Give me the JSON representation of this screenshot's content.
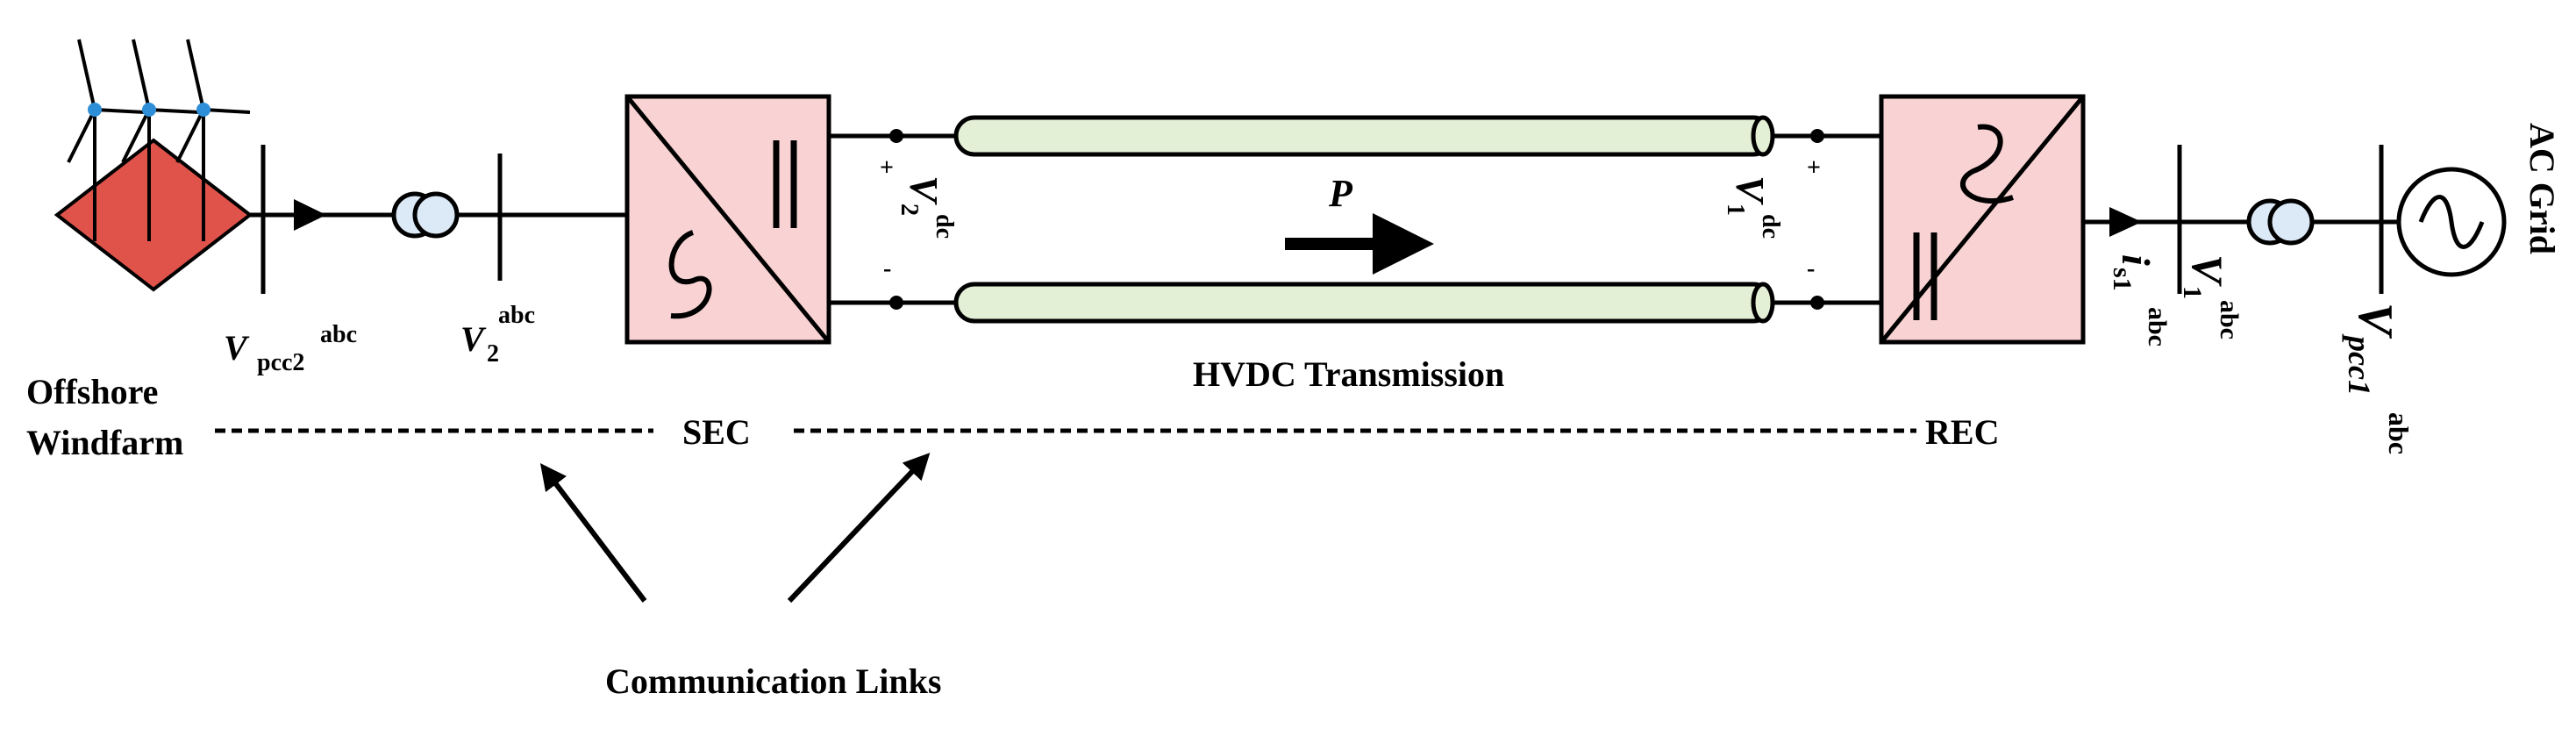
{
  "colors": {
    "wind_farm_fill": "#E0534B",
    "converter_fill": "#F9D3D3",
    "cable_fill": "#E3F0D5",
    "transformer_fill": "#DCEAF7",
    "turbine_hub": "#2E8FD8",
    "line": "#000000"
  },
  "icons": [
    "wind-turbine-icon",
    "transformer-icon",
    "ac-source-icon",
    "dc-ac-converter-icon",
    "cable-icon",
    "arrow-icon"
  ],
  "labels": {
    "windfarm_line1": "Offshore",
    "windfarm_line2": "Windfarm",
    "vpcc2_main": "V",
    "vpcc2_sub": "pcc2",
    "vpcc2_sup": "abc",
    "v2_main": "V",
    "v2_sub": "2",
    "v2_sup": "abc",
    "v2dc_main": "V",
    "v2dc_sub": "2",
    "v2dc_sup": "dc",
    "v1dc_main": "V",
    "v1dc_sub": "1",
    "v1dc_sup": "dc",
    "plus": "+",
    "minus": "-",
    "power": "P",
    "hvdc": "HVDC Transmission",
    "sec": "SEC",
    "rec": "REC",
    "is1_main": "i",
    "is1_sub": "s1",
    "is1_sup": "abc",
    "v1_main": "V",
    "v1_sub": "1",
    "v1_sup": "abc",
    "vpcc1_main": "V",
    "vpcc1_sub": "pcc1",
    "vpcc1_sup": "abc",
    "ac_grid": "AC Grid",
    "comm_links": "Communication Links"
  }
}
